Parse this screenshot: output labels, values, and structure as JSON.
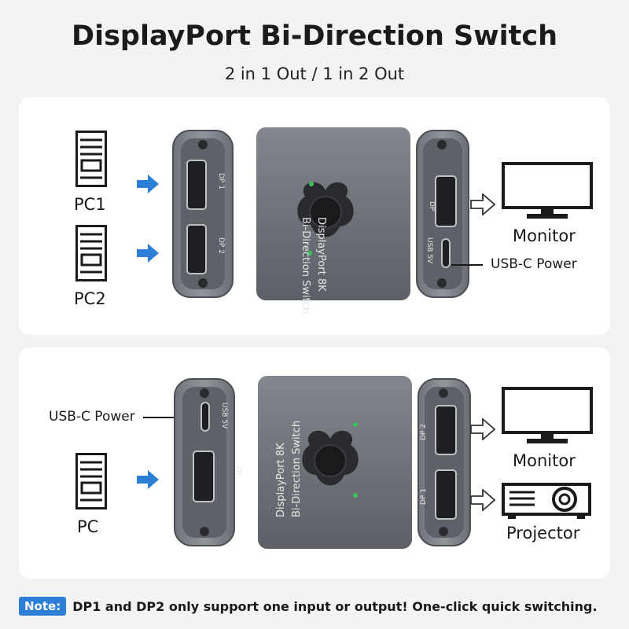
{
  "header": {
    "title": "DisplayPort Bi-Direction Switch",
    "subtitle": "2 in 1 Out / 1 in 2 Out"
  },
  "top_panel": {
    "input1_label": "PC1",
    "input2_label": "PC2",
    "output_label": "Monitor",
    "power_label": "USB-C Power",
    "device_text_line1": "DisplayPort  8K",
    "device_text_line2": "Bi-Direction Switch",
    "port_dp1": "DP 1",
    "port_dp2": "DP 2",
    "port_dp": "DP",
    "port_usb": "USB 5V"
  },
  "bottom_panel": {
    "input_label": "PC",
    "output1_label": "Monitor",
    "output2_label": "Projector",
    "power_label": "USB-C Power",
    "device_text_line1": "DisplayPort  8K",
    "device_text_line2": "Bi-Direction Switch",
    "port_dp1": "DP 1",
    "port_dp2": "DP 2",
    "port_dp": "DP",
    "port_usb": "USB 5V"
  },
  "note": {
    "badge": "Note:",
    "text": "DP1 and DP2 only support one input or output!  One-click quick switching."
  },
  "colors": {
    "accent_blue": "#2c7fd6",
    "device_gray": "#6a6d73",
    "panel_bg": "#ffffff"
  }
}
